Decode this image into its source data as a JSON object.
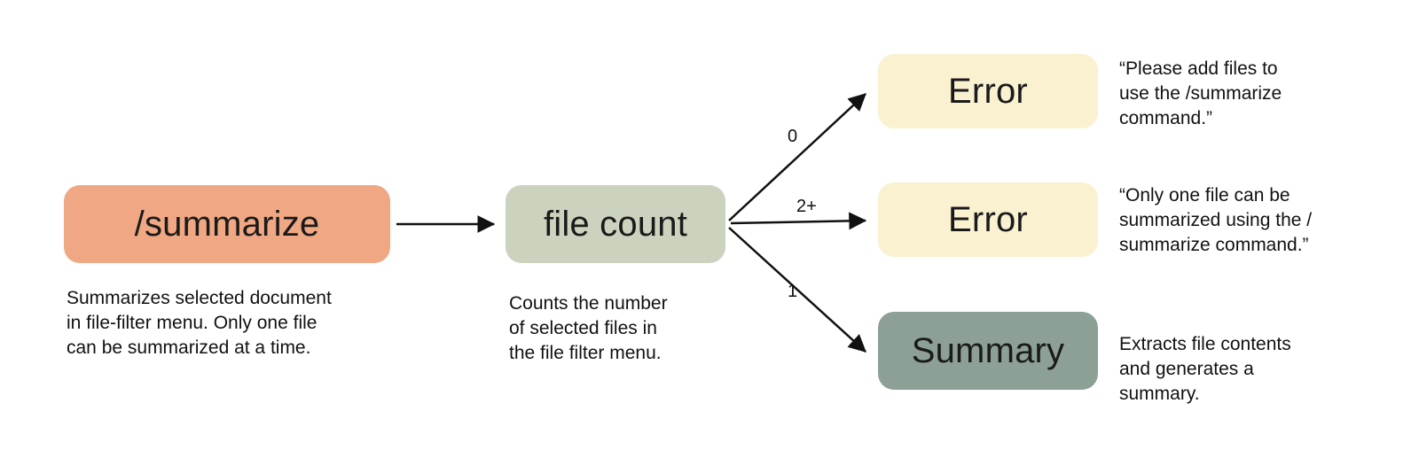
{
  "diagram": {
    "title": "Slash command /summarize flowchart",
    "colors": {
      "summarize_node": "#F0A884",
      "file_count_node": "#CBD3BE",
      "error_node": "#FAF1D1",
      "summary_node": "#8DA096",
      "arrow": "#111111",
      "background": "#FFFFFF"
    },
    "nodes": {
      "summarize": {
        "label": "/summarize",
        "caption": "Summarizes selected document\nin file-filter menu. Only one file\ncan be summarized at a time."
      },
      "file_count": {
        "label": "file count",
        "caption": "Counts the number\nof selected files in\nthe file filter menu."
      },
      "error_zero": {
        "label": "Error",
        "caption": "“Please add files to\nuse the /summarize\ncommand.”"
      },
      "error_multi": {
        "label": "Error",
        "caption": "“Only one file can be\nsummarized using the /\nsummarize command.”"
      },
      "summary": {
        "label": "Summary",
        "caption": "Extracts file contents\nand generates a\nsummary."
      }
    },
    "edges": {
      "zero_label": "0",
      "multi_label": "2+",
      "one_label": "1"
    }
  }
}
